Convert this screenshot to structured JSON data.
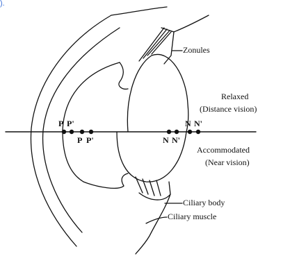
{
  "corner_fragment": ").",
  "labels": {
    "zonules": "Zonules",
    "relaxed": "Relaxed",
    "distance_vision": "(Distance vision)",
    "accommodated": "Accommodated",
    "near_vision": "(Near vision)",
    "ciliary_body": "Ciliary body",
    "ciliary_muscle": "Ciliary muscle"
  },
  "points": {
    "p_top": "P",
    "p_prime_top": "P'",
    "p_bottom": "P",
    "p_prime_bottom": "P'",
    "n_top": "N",
    "n_prime_top": "N'",
    "n_bottom": "N",
    "n_prime_bottom": "N'"
  },
  "colors": {
    "ink": "#111111",
    "corner_text": "#3a6fd8",
    "background": "#ffffff"
  }
}
